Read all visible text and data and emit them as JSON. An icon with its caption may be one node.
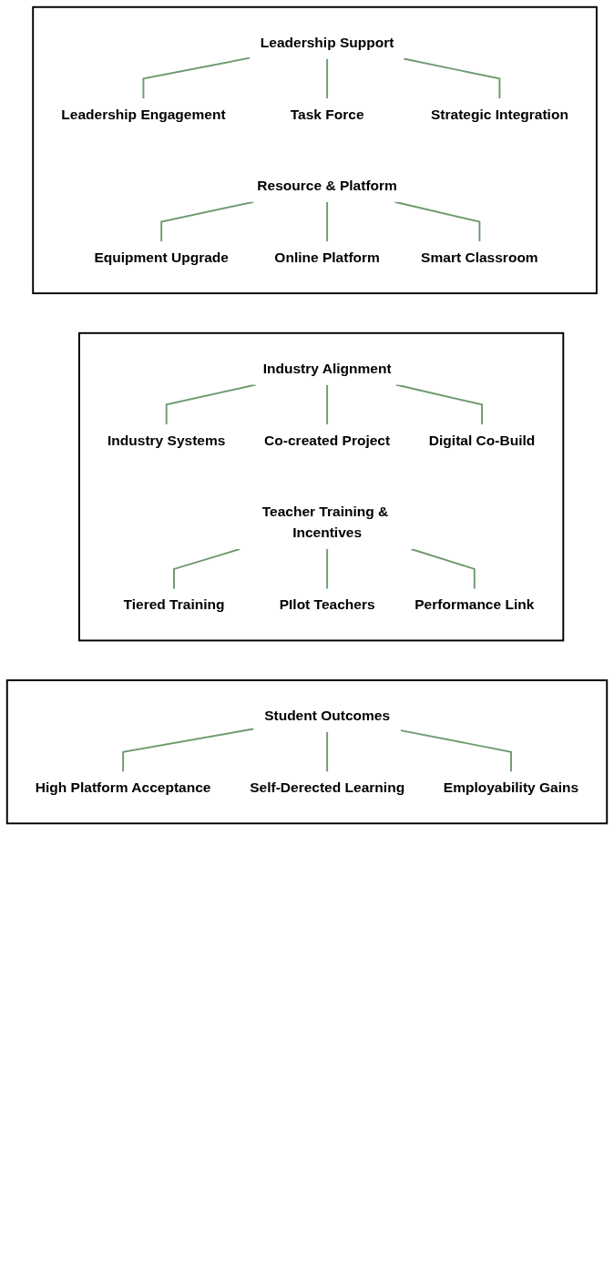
{
  "diagram": {
    "nodes": [
      {
        "text": [],
        "shape": "box"
      },
      {
        "text": [
          "Leadership Support"
        ],
        "in": 0
      },
      {
        "text": [
          "Leadership Engagement"
        ],
        "in": 0
      },
      {
        "text": [
          "Task Force"
        ],
        "in": 0
      },
      {
        "text": [
          "Strategic Integration"
        ],
        "in": 0
      },
      {
        "text": [
          "Resource & Platform"
        ],
        "in": 0
      },
      {
        "text": [
          "Equipment Upgrade"
        ],
        "in": 0
      },
      {
        "text": [
          "Online Platform"
        ],
        "in": 0
      },
      {
        "text": [
          "Smart Classroom"
        ],
        "in": 0
      },
      {
        "text": [],
        "shape": "box"
      },
      {
        "text": [
          "Industry Alignment"
        ],
        "in": 9
      },
      {
        "text": [
          "Industry Systems"
        ],
        "in": 9
      },
      {
        "text": [
          "Co-created Project"
        ],
        "in": 9
      },
      {
        "text": [
          "Digital Co-Build"
        ],
        "in": 9
      },
      {
        "text": [
          "Teacher Training & Incentives"
        ],
        "in": 9
      },
      {
        "text": [
          "Tiered Training"
        ],
        "in": 9
      },
      {
        "text": [
          "PIlot Teachers"
        ],
        "in": 9
      },
      {
        "text": [
          "Performance Link"
        ],
        "in": 9
      },
      {
        "text": [],
        "shape": "box"
      },
      {
        "text": [
          "Student Outcomes"
        ],
        "in": 18
      },
      {
        "text": [
          "High Platform Acceptance"
        ],
        "in": 18
      },
      {
        "text": [
          "Self-Derected Learning"
        ],
        "in": 18
      },
      {
        "text": [
          "Employability Gains"
        ],
        "in": 18
      }
    ],
    "edges": [
      {
        "from": 1,
        "to": 2,
        "arrow": "none"
      },
      {
        "from": 1,
        "to": 3,
        "arrow": "none"
      },
      {
        "from": 1,
        "to": 4,
        "arrow": "none"
      },
      {
        "from": 5,
        "to": 6,
        "arrow": "none"
      },
      {
        "from": 5,
        "to": 7,
        "arrow": "none"
      },
      {
        "from": 5,
        "to": 8,
        "arrow": "none"
      },
      {
        "from": 10,
        "to": 11,
        "arrow": "none"
      },
      {
        "from": 10,
        "to": 12,
        "arrow": "none"
      },
      {
        "from": 10,
        "to": 13,
        "arrow": "none"
      },
      {
        "from": 14,
        "to": 15,
        "arrow": "none"
      },
      {
        "from": 14,
        "to": 16,
        "arrow": "none"
      },
      {
        "from": 14,
        "to": 17,
        "arrow": "none"
      },
      {
        "from": 19,
        "to": 20,
        "arrow": "none"
      },
      {
        "from": 19,
        "to": 21,
        "arrow": "none"
      },
      {
        "from": 19,
        "to": 22,
        "arrow": "none"
      }
    ]
  }
}
